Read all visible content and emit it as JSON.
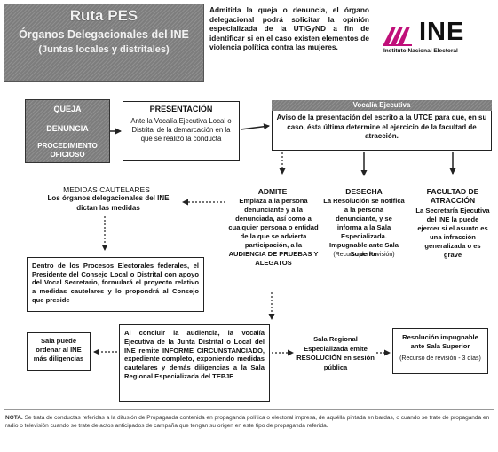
{
  "header": {
    "title": "Ruta PES",
    "subtitle": "Órganos Delegacionales del INE",
    "subtitle2": "(Juntas locales y distritales)",
    "description": "Admitida la queja o denuncia, el órgano delegacional podrá solicitar la opinión especializada de la UTIGyND a fin de identificar si en el caso existen elementos de violencia política contra las mujeres.",
    "logo_text": "INE",
    "logo_caption": "Instituto Nacional Electoral"
  },
  "start_box": {
    "line1": "QUEJA",
    "line2": "DENUNCIA",
    "line3": "PROCEDIMIENTO OFICIOSO"
  },
  "presentacion": {
    "title": "PRESENTACIÓN",
    "text": "Ante la Vocalía Ejecutiva Local o Distrital de la demarcación en la que se realizó la conducta"
  },
  "vocalia": {
    "title": "Vocalía Ejecutiva",
    "text": "Aviso de la presentación del escrito a la UTCE para que, en su caso, ésta última determine el ejercicio de la facultad de atracción."
  },
  "medidas": {
    "title": "MEDIDAS CAUTELARES",
    "text": "Los órganos delegacionales del INE dictan las medidas"
  },
  "procesos": {
    "text": "Dentro de los Procesos Electorales federales, el Presidente del Consejo Local o Distrital con apoyo del Vocal Secretario, formulará el proyecto relativo a medidas cautelares y lo propondrá al Consejo que preside"
  },
  "admite": {
    "title": "ADMITE",
    "text": "Emplaza a la persona denunciante y a la denunciada, así como a cualquier persona o entidad de la que se advierta participación, a la AUDIENCIA DE PRUEBAS Y ALEGATOS"
  },
  "desecha": {
    "title": "DESECHA",
    "text": "La Resolución se notifica a la persona denunciante, y se informa a la Sala Especializada. Impugnable ante Sala Superior",
    "note": "(Recurso de Revisión)"
  },
  "facultad": {
    "title": "FACULTAD DE ATRACCIÓN",
    "text": "La Secretaría Ejecutiva del INE la puede ejercer si el asunto es una infracción generalizada o es grave"
  },
  "audiencia": {
    "text": "Al concluir la audiencia, la Vocalía Ejecutiva de la Junta Distrital o Local del INE remite INFORME CIRCUNSTANCIADO, expediente completo, exponiendo medidas cautelares y demás diligencias a la Sala Regional Especializada del TEPJF"
  },
  "sala_ordenar": {
    "text": "Sala puede ordenar al INE más diligencias"
  },
  "sala_regional": {
    "text": "Sala Regional Especializada emite RESOLUCIÓN en sesión pública"
  },
  "resolucion": {
    "text": "Resolución impugnable ante Sala Superior",
    "note": "(Recurso de revisión - 3 días)"
  },
  "nota": {
    "label": "NOTA.",
    "text": "Se trata de conductas referidas a la difusión de Propaganda contenida en propaganda política o electoral impresa, de aquélla pintada en bardas, o cuando se trate de propaganda en radio o televisión cuando se trate de actos anticipados de campaña que tengan su origen en este tipo de propaganda referida."
  },
  "colors": {
    "dark_panel": "#7d7d7d",
    "border": "#222222",
    "ine_magenta": "#c0107a"
  }
}
